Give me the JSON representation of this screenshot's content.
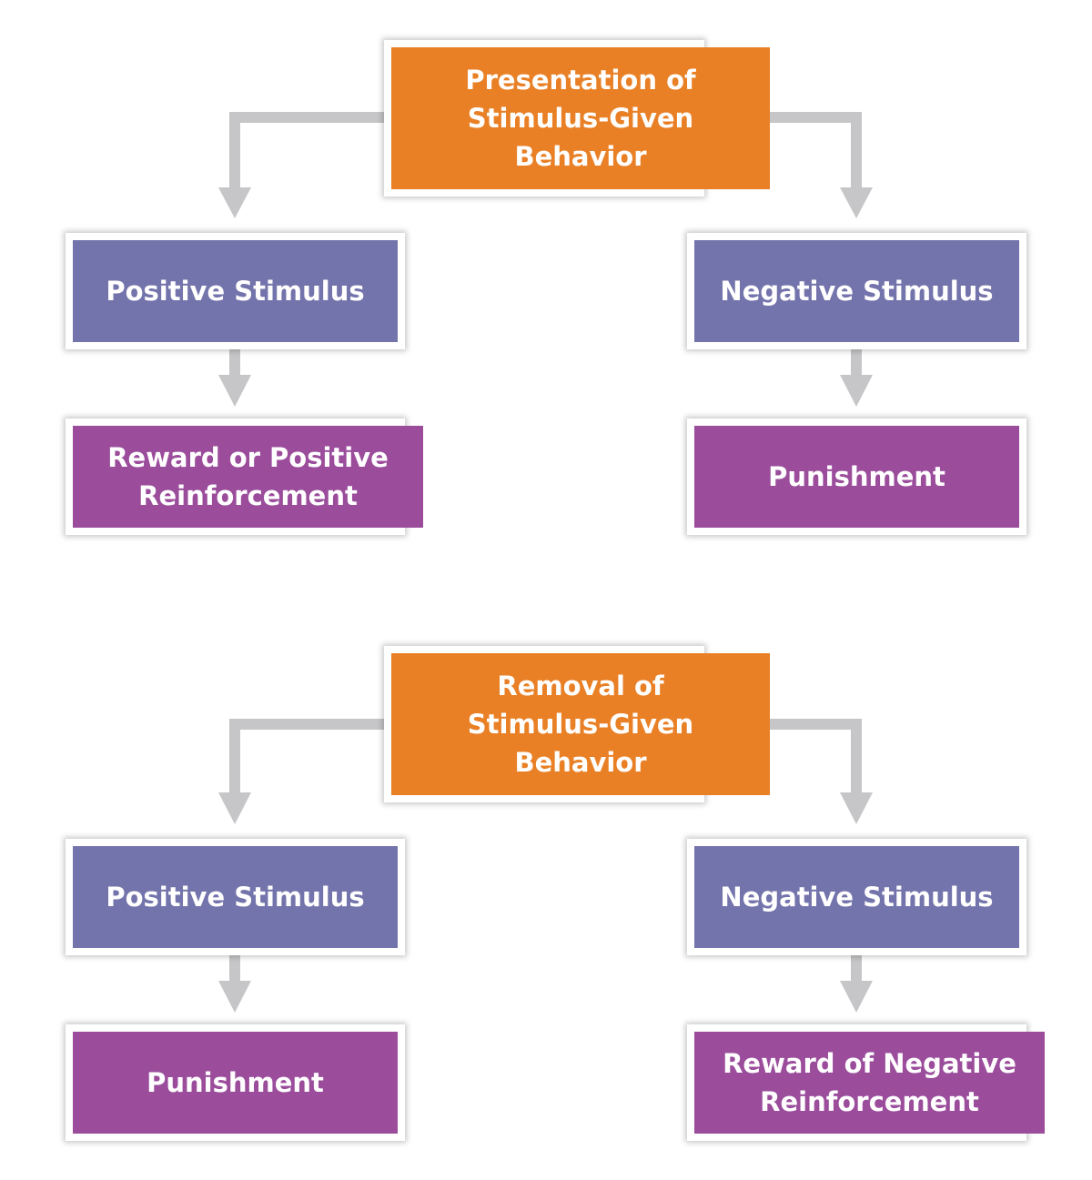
{
  "colors": {
    "root": "#e98026",
    "stimulus": "#7474ac",
    "outcome": "#9b4d9c",
    "connector": "#c6c6c8"
  },
  "diagrams": [
    {
      "root": "Presentation of Stimulus-Given Behavior",
      "left": {
        "stimulus": "Positive Stimulus",
        "outcome": "Reward or Positive Reinforcement"
      },
      "right": {
        "stimulus": "Negative Stimulus",
        "outcome": "Punishment"
      }
    },
    {
      "root": "Removal of Stimulus-Given Behavior",
      "left": {
        "stimulus": "Positive Stimulus",
        "outcome": "Punishment"
      },
      "right": {
        "stimulus": "Negative Stimulus",
        "outcome": "Reward of Negative Reinforcement"
      }
    }
  ]
}
